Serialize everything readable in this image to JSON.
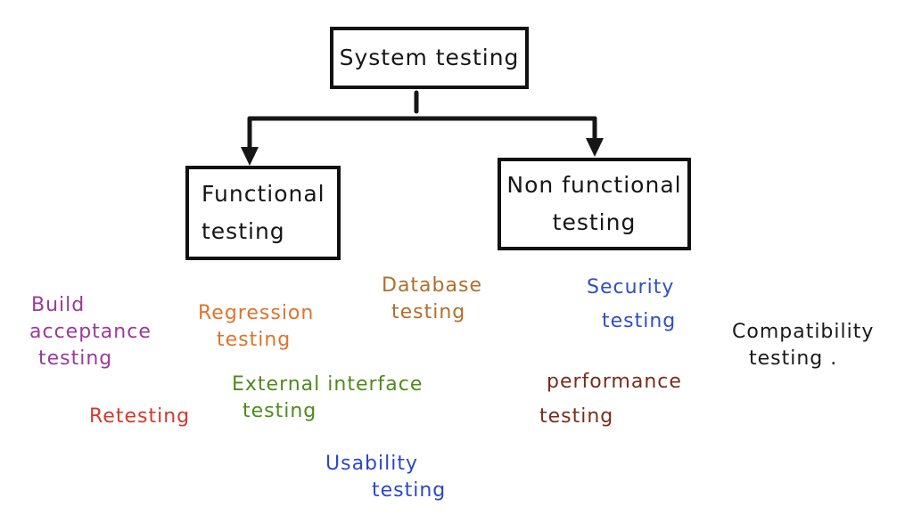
{
  "page": {
    "background": "#ffffff",
    "ink": "#161616"
  },
  "tree": {
    "root": {
      "label": "System testing"
    },
    "functional": {
      "line1": "Functional",
      "line2": "testing"
    },
    "non_functional": {
      "line1": "Non functional",
      "line2": "testing"
    }
  },
  "labels": {
    "build_acceptance": {
      "color": "#9a3a9b",
      "lines": [
        "Build",
        "acceptance",
        "testing"
      ]
    },
    "regression": {
      "color": "#e0732b",
      "lines": [
        "Regression",
        "testing"
      ]
    },
    "database": {
      "color": "#b26e2b",
      "lines": [
        "Database",
        "testing"
      ]
    },
    "security": {
      "color": "#2e4fc4",
      "lines": [
        "Security",
        "testing"
      ]
    },
    "compatibility": {
      "color": "#1a1a1a",
      "lines": [
        "Compatibility",
        "testing ."
      ]
    },
    "external_interface": {
      "color": "#4f8a1d",
      "lines": [
        "External interface",
        "testing"
      ]
    },
    "performance": {
      "color": "#782d1b",
      "lines": [
        "performance",
        "testing"
      ]
    },
    "retesting": {
      "color": "#d4382c",
      "lines": [
        "Retesting"
      ]
    },
    "usability": {
      "color": "#2b47c8",
      "lines": [
        "Usability",
        "testing"
      ]
    }
  }
}
